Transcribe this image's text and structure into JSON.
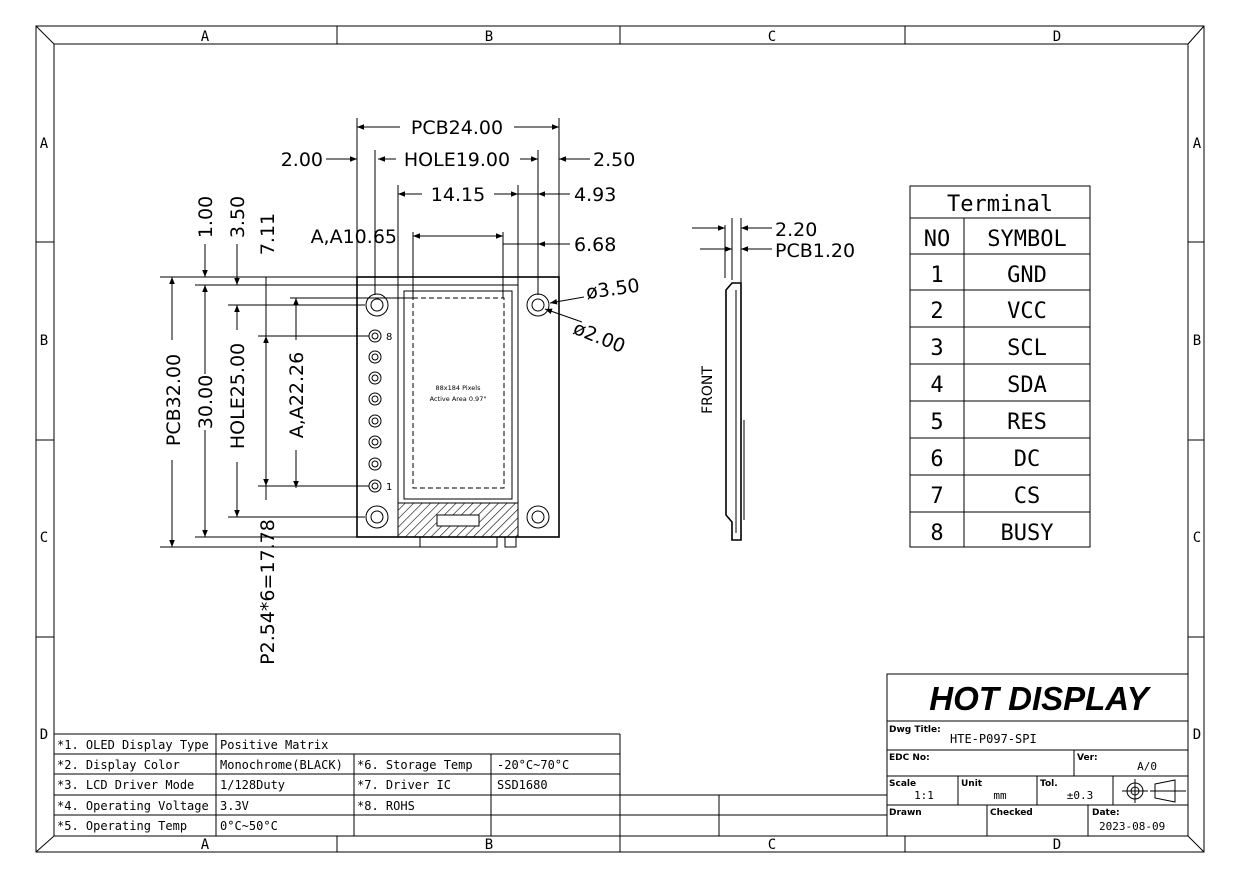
{
  "frame": {
    "col_letters": [
      "A",
      "B",
      "C",
      "D"
    ],
    "row_letters": [
      "A",
      "B",
      "C",
      "D"
    ]
  },
  "dims": {
    "pcb_width": "PCB24.00",
    "hole_width": "HOLE19.00",
    "left_offset": "2.00",
    "right_offset": "2.50",
    "aa_width": "14.15",
    "aa_right": "4.93",
    "a_a_x": "A,A10.65",
    "aa_right2": "6.68",
    "top_1": "1.00",
    "top_2": "3.50",
    "top_3": "7.11",
    "pcb_height": "PCB32.00",
    "height_30": "30.00",
    "hole_height": "HOLE25.00",
    "a_a_y": "A,A22.26",
    "pitch": "P2.54*6=17.78",
    "hole_dia": "ø3.50",
    "hole_dia_small": "ø2.00",
    "pin_first": "8",
    "pin_last": "1",
    "display_label_1": "88x184 Pixels",
    "display_label_2": "Active Area 0.97\"",
    "side_thickness": "2.20",
    "side_pcb": "PCB1.20",
    "side_label": "FRONT"
  },
  "terminal": {
    "title": "Terminal",
    "header_no": "NO",
    "header_symbol": "SYMBOL",
    "rows": [
      {
        "no": "1",
        "symbol": "GND"
      },
      {
        "no": "2",
        "symbol": "VCC"
      },
      {
        "no": "3",
        "symbol": "SCL"
      },
      {
        "no": "4",
        "symbol": "SDA"
      },
      {
        "no": "5",
        "symbol": "RES"
      },
      {
        "no": "6",
        "symbol": "DC"
      },
      {
        "no": "7",
        "symbol": "CS"
      },
      {
        "no": "8",
        "symbol": "BUSY"
      }
    ]
  },
  "specs": {
    "left": [
      {
        "label": "*1. OLED Display Type",
        "value": "Positive Matrix"
      },
      {
        "label": "*2. Display Color",
        "value": "Monochrome(BLACK)"
      },
      {
        "label": "*3. LCD Driver Mode",
        "value": "1/128Duty"
      },
      {
        "label": "*4. Operating Voltage",
        "value": "3.3V"
      },
      {
        "label": "*5. Operating Temp",
        "value": "0°C~50°C"
      }
    ],
    "right": [
      {
        "label": "*6. Storage Temp",
        "value": "-20°C~70°C"
      },
      {
        "label": "*7. Driver IC",
        "value": "SSD1680"
      },
      {
        "label": "*8. ROHS",
        "value": ""
      }
    ]
  },
  "title_block": {
    "company": "HOT DISPLAY",
    "dwg_title_label": "Dwg Title:",
    "dwg_title": "HTE-P097-SPI",
    "edc_label": "EDC No:",
    "ver_label": "Ver:",
    "ver": "A/0",
    "scale_label": "Scale",
    "scale": "1:1",
    "unit_label": "Unit",
    "unit": "mm",
    "tol_label": "Tol.",
    "tol": "±0.3",
    "drawn_label": "Drawn",
    "checked_label": "Checked",
    "date_label": "Date:",
    "date": "2023-08-09"
  }
}
